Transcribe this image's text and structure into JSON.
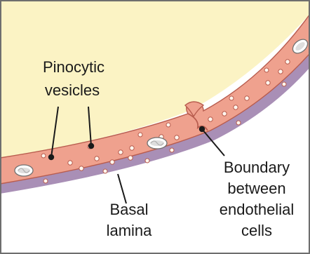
{
  "labels": {
    "pinocytic_line1": "Pinocytic",
    "pinocytic_line2": "vesicles",
    "boundary_line1": "Boundary",
    "boundary_line2": "between",
    "boundary_line3": "endothelial",
    "boundary_line4": "cells",
    "basal_line1": "Basal",
    "basal_line2": "lamina"
  },
  "colors": {
    "lumen": "#FBF3C4",
    "background": "#FFFFFF",
    "endothelium": "#EFA18E",
    "endothelium_edge": "#B85C4E",
    "basal_lamina": "#A98FB6",
    "vesicle": "#FFF6EE",
    "organelle": "#C8C8C8",
    "text": "#1A1A1A",
    "frame": "#6E6E6E"
  }
}
